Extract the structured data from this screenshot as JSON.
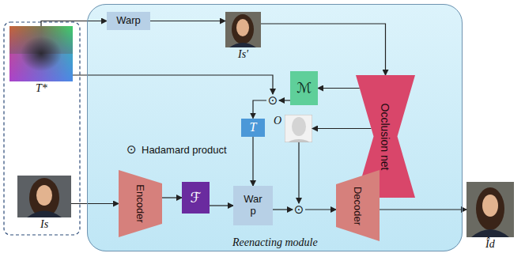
{
  "diagram": {
    "nodes": [
      {
        "text": [
          "Reenacting module"
        ]
      },
      {
        "text": [
          "T*"
        ]
      },
      {
        "text": [
          "Warp"
        ],
        "in": 0
      },
      {
        "text": [
          "Is′"
        ],
        "in": 0
      },
      {
        "text": [
          "Occlusion net"
        ],
        "in": 0
      },
      {
        "text": [
          "⊙"
        ],
        "in": 0
      },
      {
        "text": [
          "ℳ"
        ],
        "in": 0
      },
      {
        "text": [
          "T"
        ],
        "in": 0
      },
      {
        "text": [
          "O"
        ],
        "in": 0
      },
      {
        "text": [
          "Is"
        ]
      },
      {
        "text": [
          "Encoder"
        ],
        "in": 0
      },
      {
        "text": [
          "ℱ"
        ],
        "in": 0
      },
      {
        "text": [
          "War p"
        ],
        "in": 0
      },
      {
        "text": [
          "⊙"
        ],
        "in": 0
      },
      {
        "text": [
          "Decoder"
        ],
        "in": 0
      },
      {
        "text": [
          "Îd"
        ]
      }
    ],
    "edges": [
      {
        "from": 1,
        "to": 2,
        "arrow": "to"
      },
      {
        "from": 2,
        "to": 3,
        "arrow": "to"
      },
      {
        "from": 3,
        "to": 4,
        "arrow": "to"
      },
      {
        "from": 4,
        "to": 6,
        "arrow": "to"
      },
      {
        "from": 4,
        "to": 8,
        "arrow": "to"
      },
      {
        "from": 1,
        "to": 5,
        "arrow": "to"
      },
      {
        "from": 6,
        "to": 5,
        "arrow": "to"
      },
      {
        "from": 5,
        "to": 7,
        "arrow": "to"
      },
      {
        "from": 7,
        "to": 12,
        "arrow": "to"
      },
      {
        "from": 9,
        "to": 10,
        "arrow": "to"
      },
      {
        "from": 10,
        "to": 11,
        "arrow": "to"
      },
      {
        "from": 11,
        "to": 12,
        "arrow": "to"
      },
      {
        "from": 12,
        "to": 13,
        "arrow": "to"
      },
      {
        "from": 8,
        "to": 13,
        "arrow": "to"
      },
      {
        "from": 13,
        "to": 14,
        "arrow": "to"
      },
      {
        "from": 14,
        "to": 15,
        "arrow": "to"
      }
    ],
    "labels": [
      "⊙",
      "Hadamard product"
    ]
  }
}
